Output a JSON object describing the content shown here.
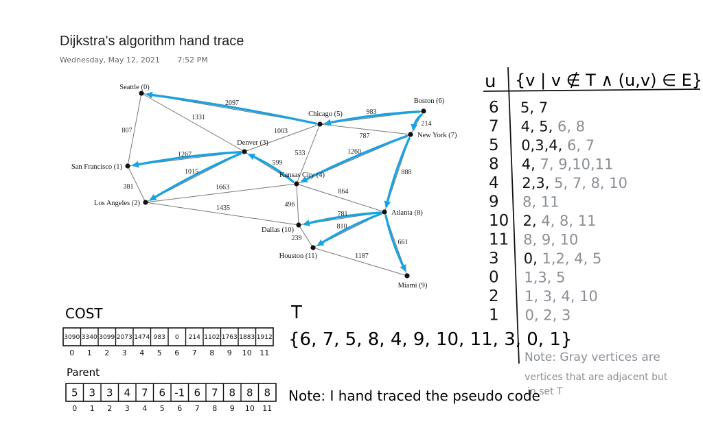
{
  "note": {
    "title": "Dijkstra's algorithm hand trace",
    "date": "Wednesday, May 12, 2021",
    "time": "7:52 PM"
  },
  "colors": {
    "ink": "#111111",
    "path": "#1aa3e0",
    "edge": "#777777",
    "pencil": "#8a8f96"
  },
  "graph": {
    "nodes": [
      {
        "id": "seattle",
        "label": "Seattle (0)"
      },
      {
        "id": "sf",
        "label": "San Francisco (1)"
      },
      {
        "id": "la",
        "label": "Los Angeles (2)"
      },
      {
        "id": "denver",
        "label": "Denver (3)"
      },
      {
        "id": "kc",
        "label": "Kansas City (4)"
      },
      {
        "id": "chicago",
        "label": "Chicago (5)"
      },
      {
        "id": "boston",
        "label": "Boston (6)"
      },
      {
        "id": "ny",
        "label": "New York (7)"
      },
      {
        "id": "atlanta",
        "label": "Atlanta (8)"
      },
      {
        "id": "miami",
        "label": "Miami (9)"
      },
      {
        "id": "dallas",
        "label": "Dallas (10)"
      },
      {
        "id": "houston",
        "label": "Houston (11)"
      }
    ],
    "edges": [
      {
        "a": "seattle",
        "b": "chicago",
        "w": "2097"
      },
      {
        "a": "seattle",
        "b": "denver",
        "w": "1331"
      },
      {
        "a": "seattle",
        "b": "sf",
        "w": "807"
      },
      {
        "a": "sf",
        "b": "denver",
        "w": "1267"
      },
      {
        "a": "sf",
        "b": "la",
        "w": "381"
      },
      {
        "a": "la",
        "b": "denver",
        "w": "1015"
      },
      {
        "a": "la",
        "b": "kc",
        "w": "1663"
      },
      {
        "a": "la",
        "b": "dallas",
        "w": "1435"
      },
      {
        "a": "denver",
        "b": "chicago",
        "w": "1003"
      },
      {
        "a": "denver",
        "b": "kc",
        "w": "599"
      },
      {
        "a": "chicago",
        "b": "kc",
        "w": "533"
      },
      {
        "a": "chicago",
        "b": "boston",
        "w": "983"
      },
      {
        "a": "chicago",
        "b": "ny",
        "w": "787"
      },
      {
        "a": "boston",
        "b": "ny",
        "w": "214"
      },
      {
        "a": "ny",
        "b": "kc",
        "w": "1260"
      },
      {
        "a": "ny",
        "b": "atlanta",
        "w": "888"
      },
      {
        "a": "kc",
        "b": "atlanta",
        "w": "864"
      },
      {
        "a": "kc",
        "b": "dallas",
        "w": "496"
      },
      {
        "a": "atlanta",
        "b": "dallas",
        "w": "781"
      },
      {
        "a": "atlanta",
        "b": "houston",
        "w": "810"
      },
      {
        "a": "atlanta",
        "b": "miami",
        "w": "661"
      },
      {
        "a": "dallas",
        "b": "houston",
        "w": "239"
      },
      {
        "a": "houston",
        "b": "miami",
        "w": "1187"
      }
    ],
    "tree_arrows": [
      {
        "from": "boston",
        "to": "chicago"
      },
      {
        "from": "boston",
        "to": "ny"
      },
      {
        "from": "chicago",
        "to": "seattle"
      },
      {
        "from": "ny",
        "to": "kc"
      },
      {
        "from": "ny",
        "to": "atlanta"
      },
      {
        "from": "kc",
        "to": "denver"
      },
      {
        "from": "denver",
        "to": "sf"
      },
      {
        "from": "denver",
        "to": "la"
      },
      {
        "from": "atlanta",
        "to": "dallas"
      },
      {
        "from": "atlanta",
        "to": "houston"
      },
      {
        "from": "atlanta",
        "to": "miami"
      }
    ]
  },
  "trace": {
    "header_u": "u",
    "header_set": "{v | v ∉ T ∧ (u,v) ∈ E}",
    "rows": [
      {
        "u": "6",
        "black": "5, 7",
        "gray": ""
      },
      {
        "u": "7",
        "black": "4, 5,",
        "gray": "6, 8"
      },
      {
        "u": "5",
        "black": "0,3,4,",
        "gray": "6, 7"
      },
      {
        "u": "8",
        "black": "4,",
        "gray": "7, 9,10,11"
      },
      {
        "u": "4",
        "black": "2,3,",
        "gray": "5, 7, 8, 10"
      },
      {
        "u": "9",
        "black": "",
        "gray": "8, 11"
      },
      {
        "u": "10",
        "black": "2,",
        "gray": "4, 8, 11"
      },
      {
        "u": "11",
        "black": "",
        "gray": "8, 9, 10"
      },
      {
        "u": "3",
        "black": "0,",
        "gray": "1,2, 4, 5"
      },
      {
        "u": "0",
        "black": "",
        "gray": "1,3, 5"
      },
      {
        "u": "2",
        "black": "",
        "gray": "1, 3, 4, 10"
      },
      {
        "u": "1",
        "black": "",
        "gray": "0, 2, 3"
      }
    ],
    "note": "Note: Gray vertices are vertices that are adjacent but in set T"
  },
  "cost": {
    "label": "COST",
    "values": [
      "3090",
      "3340",
      "3099",
      "2073",
      "1474",
      "983",
      "0",
      "214",
      "1102",
      "1763",
      "1883",
      "1912"
    ],
    "indices": [
      "0",
      "1",
      "2",
      "3",
      "4",
      "5",
      "6",
      "7",
      "8",
      "9",
      "10",
      "11"
    ]
  },
  "tset": {
    "label": "T",
    "value": "{6, 7, 5, 8, 4, 9, 10, 11, 3, 0, 1}"
  },
  "parent": {
    "label": "Parent",
    "values": [
      "5",
      "3",
      "3",
      "4",
      "7",
      "6",
      "-1",
      "6",
      "7",
      "8",
      "8",
      "8"
    ],
    "indices": [
      "0",
      "1",
      "2",
      "3",
      "4",
      "5",
      "6",
      "7",
      "8",
      "9",
      "10",
      "11"
    ]
  },
  "pseudo_note": "Note: I hand traced the pseudo code"
}
